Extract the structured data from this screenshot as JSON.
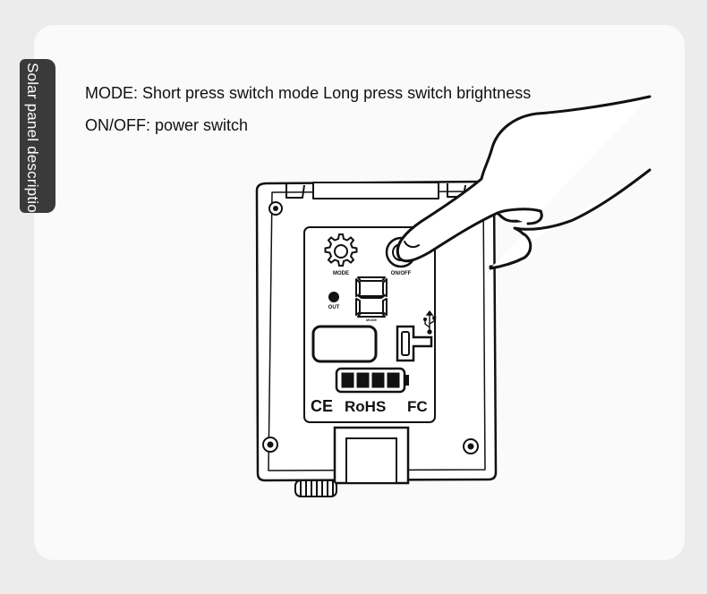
{
  "side_tab": {
    "label": "Solar panel description"
  },
  "description": {
    "mode_line": "MODE: Short press switch mode Long press switch brightness",
    "onoff_line": "ON/OFF: power switch"
  },
  "panel": {
    "mode_button_label": "MODE",
    "onoff_button_label": "ON/OFF",
    "out_label": "OUT",
    "display_mode_label": "MODE",
    "display_digit": "8",
    "battery_level": {
      "filled_segments": 4,
      "total_segments": 4
    },
    "certifications": {
      "ce": "CE",
      "rohs": "RoHS",
      "fcc": "FC"
    }
  },
  "colors": {
    "line": "#111111",
    "card": "#fafafa",
    "tab": "#3a3a3a"
  }
}
